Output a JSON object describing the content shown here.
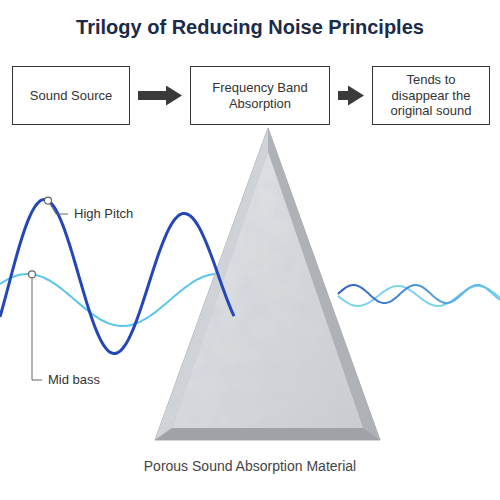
{
  "diagram": {
    "title": "Trilogy of Reducing Noise Principles",
    "caption": "Porous Sound Absorption Material",
    "nodes": [
      {
        "text": [
          "Sound Source"
        ]
      },
      {
        "text": [
          "Frequency Band Absorption"
        ]
      },
      {
        "text": [
          "Tends to disappear the original sound"
        ]
      }
    ],
    "edges": [
      {
        "from": 0,
        "to": 1,
        "arrow": "to"
      },
      {
        "from": 1,
        "to": 2,
        "arrow": "to"
      }
    ],
    "labels": [
      "High Pitch",
      "Mid bass"
    ]
  }
}
